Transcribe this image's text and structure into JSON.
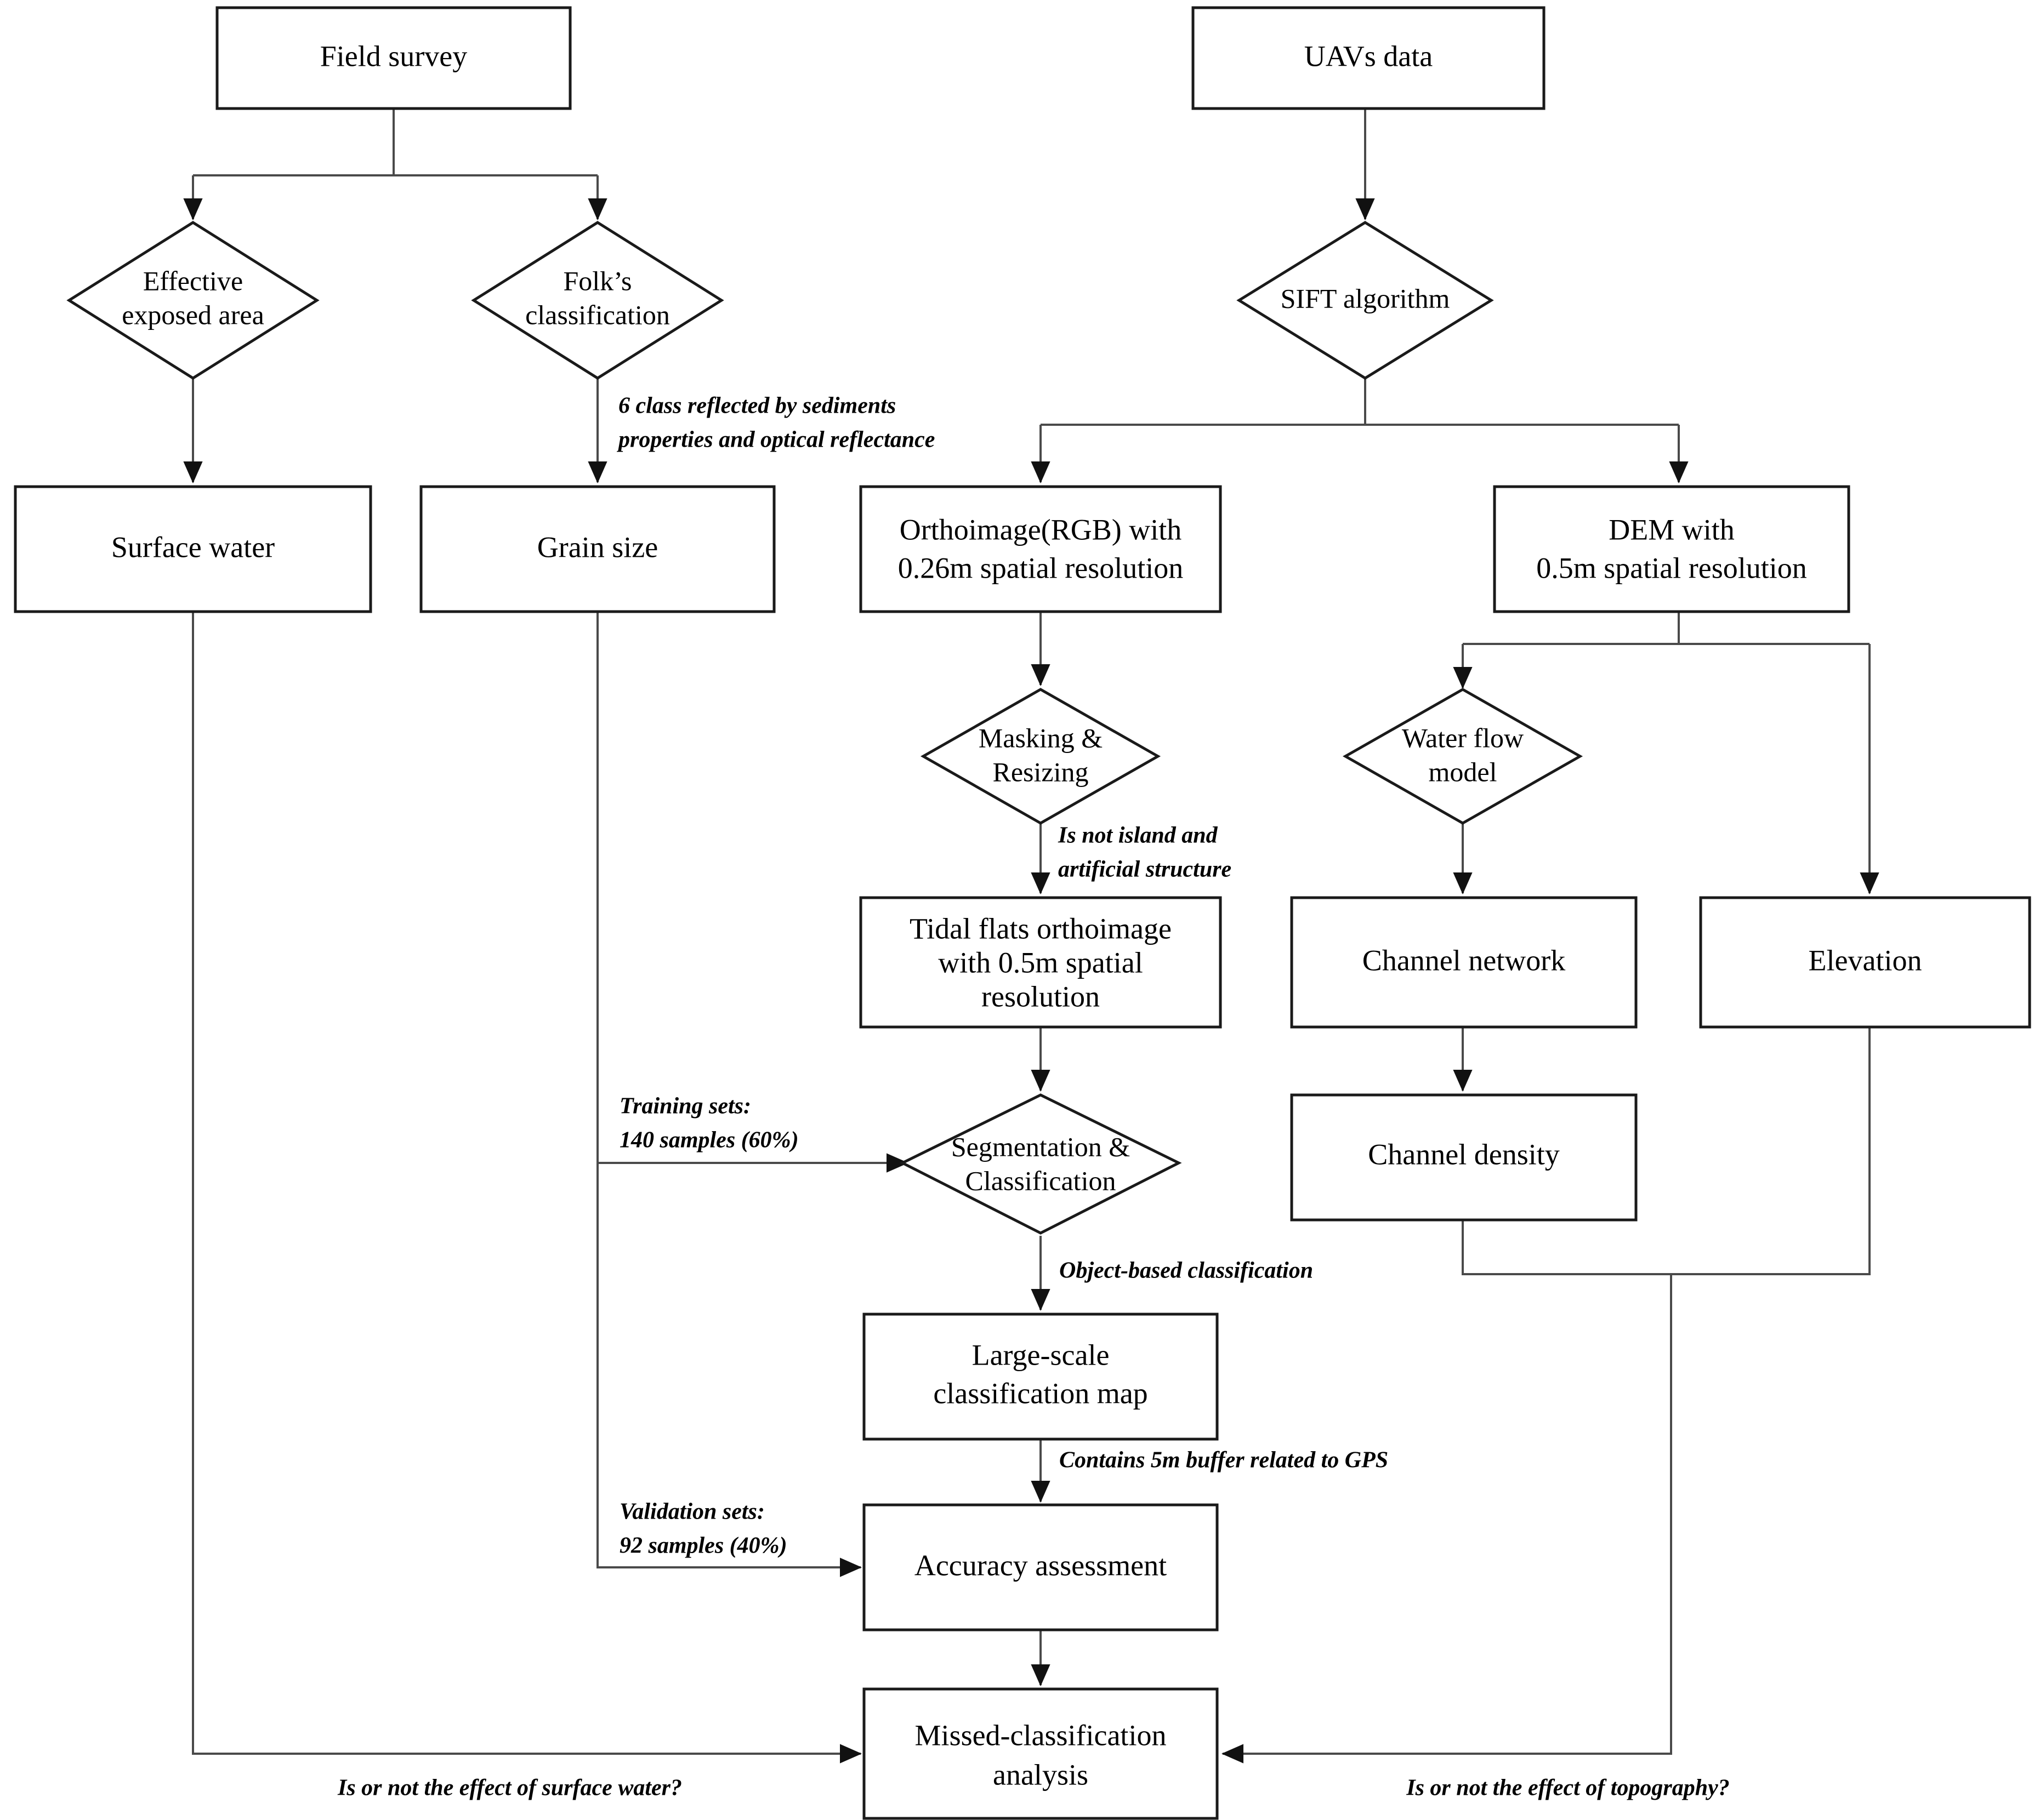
{
  "diagram": {
    "type": "flowchart",
    "title": "Tidal flat UAV classification workflow",
    "style": {
      "node_fill": "#ffffff",
      "node_stroke": "#1a1a1a",
      "edge_stroke": "#4a4a4a",
      "text_color": "#000000",
      "background": "#ffffff"
    },
    "nodes": [
      {
        "id": "field_survey",
        "shape": "rect",
        "lines": [
          "Field survey"
        ]
      },
      {
        "id": "uavs_data",
        "shape": "rect",
        "lines": [
          "UAVs data"
        ]
      },
      {
        "id": "effective_area",
        "shape": "diamond",
        "lines": [
          "Effective",
          "exposed area"
        ]
      },
      {
        "id": "folks_class",
        "shape": "diamond",
        "lines": [
          "Folk’s",
          "classification"
        ]
      },
      {
        "id": "sift",
        "shape": "diamond",
        "lines": [
          "SIFT algorithm"
        ]
      },
      {
        "id": "surface_water",
        "shape": "rect",
        "lines": [
          "Surface water"
        ]
      },
      {
        "id": "grain_size",
        "shape": "rect",
        "lines": [
          "Grain size"
        ]
      },
      {
        "id": "orthoimage",
        "shape": "rect",
        "lines": [
          "Orthoimage(RGB) with",
          "0.26m spatial resolution"
        ]
      },
      {
        "id": "dem",
        "shape": "rect",
        "lines": [
          "DEM with",
          "0.5m spatial resolution"
        ]
      },
      {
        "id": "masking",
        "shape": "diamond",
        "lines": [
          "Masking &",
          "Resizing"
        ]
      },
      {
        "id": "water_flow",
        "shape": "diamond",
        "lines": [
          "Water flow",
          "model"
        ]
      },
      {
        "id": "tidal_flats",
        "shape": "rect",
        "lines": [
          "Tidal flats orthoimage",
          "with 0.5m spatial",
          "resolution"
        ]
      },
      {
        "id": "channel_network",
        "shape": "rect",
        "lines": [
          "Channel network"
        ]
      },
      {
        "id": "elevation",
        "shape": "rect",
        "lines": [
          "Elevation"
        ]
      },
      {
        "id": "segmentation",
        "shape": "diamond",
        "lines": [
          "Segmentation &",
          "Classification"
        ]
      },
      {
        "id": "channel_density",
        "shape": "rect",
        "lines": [
          "Channel density"
        ]
      },
      {
        "id": "large_scale_map",
        "shape": "rect",
        "lines": [
          "Large-scale",
          "classification map"
        ]
      },
      {
        "id": "accuracy",
        "shape": "rect",
        "lines": [
          "Accuracy assessment"
        ]
      },
      {
        "id": "missed_class",
        "shape": "rect",
        "lines": [
          "Missed-classification",
          "analysis"
        ]
      }
    ],
    "edge_labels": [
      {
        "id": "lbl_6class",
        "lines": [
          "6 class reflected by sediments",
          "properties and optical reflectance"
        ]
      },
      {
        "id": "lbl_island",
        "lines": [
          "Is not island and",
          "artificial structure"
        ]
      },
      {
        "id": "lbl_training",
        "lines": [
          "Training sets:",
          "140 samples (60%)"
        ]
      },
      {
        "id": "lbl_objbased",
        "lines": [
          "Object-based classification"
        ]
      },
      {
        "id": "lbl_buffer",
        "lines": [
          "Contains 5m buffer related to GPS"
        ]
      },
      {
        "id": "lbl_valid",
        "lines": [
          "Validation sets:",
          "92 samples (40%)"
        ]
      },
      {
        "id": "lbl_surfwater",
        "lines": [
          "Is or not the effect of surface water?"
        ]
      },
      {
        "id": "lbl_topo",
        "lines": [
          "Is or not the effect of topography?"
        ]
      }
    ]
  }
}
